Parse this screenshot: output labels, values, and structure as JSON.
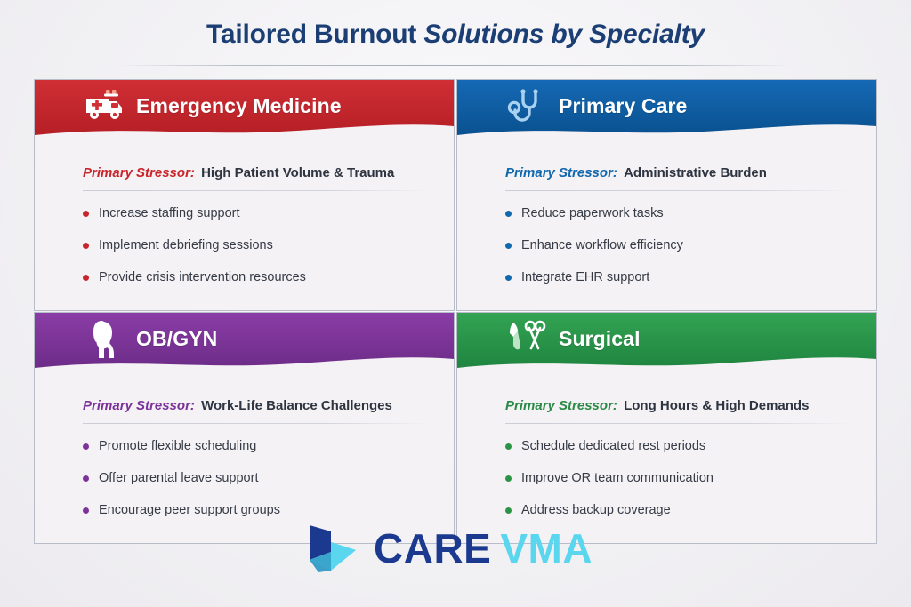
{
  "title": {
    "part1": "Tailored Burnout",
    "part2": "Solutions by Specialty",
    "color": "#1b3f74"
  },
  "stressor_label": "Primary Stressor:",
  "cards": [
    {
      "id": "emergency-medicine",
      "name": "Emergency Medicine",
      "icon": "ambulance-icon",
      "accent": "#c9262c",
      "accent_dark": "#a81f24",
      "stressor_label": "Primary Stressor:",
      "stressor_value": "High Patient Volume & Trauma",
      "bullets": [
        "Increase staffing support",
        "Implement debriefing sessions",
        "Provide crisis intervention resources"
      ]
    },
    {
      "id": "primary-care",
      "name": "Primary Care",
      "icon": "stethoscope-icon",
      "accent": "#0f62ad",
      "accent_dark": "#0a4e8c",
      "stressor_label": "Primary Stressor:",
      "stressor_value": "Administrative Burden",
      "bullets": [
        "Reduce paperwork tasks",
        "Enhance workflow efficiency",
        "Integrate EHR support"
      ]
    },
    {
      "id": "ob-gyn",
      "name": "OB/GYN",
      "icon": "pregnant-woman-icon",
      "accent": "#7b3399",
      "accent_dark": "#632a7d",
      "stressor_label": "Primary Stressor:",
      "stressor_value": "Work-Life Balance Challenges",
      "bullets": [
        "Promote flexible scheduling",
        "Offer parental leave support",
        "Encourage peer support groups"
      ]
    },
    {
      "id": "surgical",
      "name": "Surgical",
      "icon": "scalpel-scissors-icon",
      "accent": "#2a9448",
      "accent_dark": "#217a3a",
      "stressor_label": "Primary Stressor:",
      "stressor_value": "Long Hours & High Demands",
      "bullets": [
        "Schedule dedicated rest periods",
        "Improve OR team communication",
        "Address backup coverage"
      ]
    }
  ],
  "logo": {
    "mark": "care-vma-logo-mark",
    "text_primary": "CARE",
    "text_secondary": "VMA",
    "color_primary": "#1b3a8f",
    "color_secondary": "#5ad6ef"
  }
}
